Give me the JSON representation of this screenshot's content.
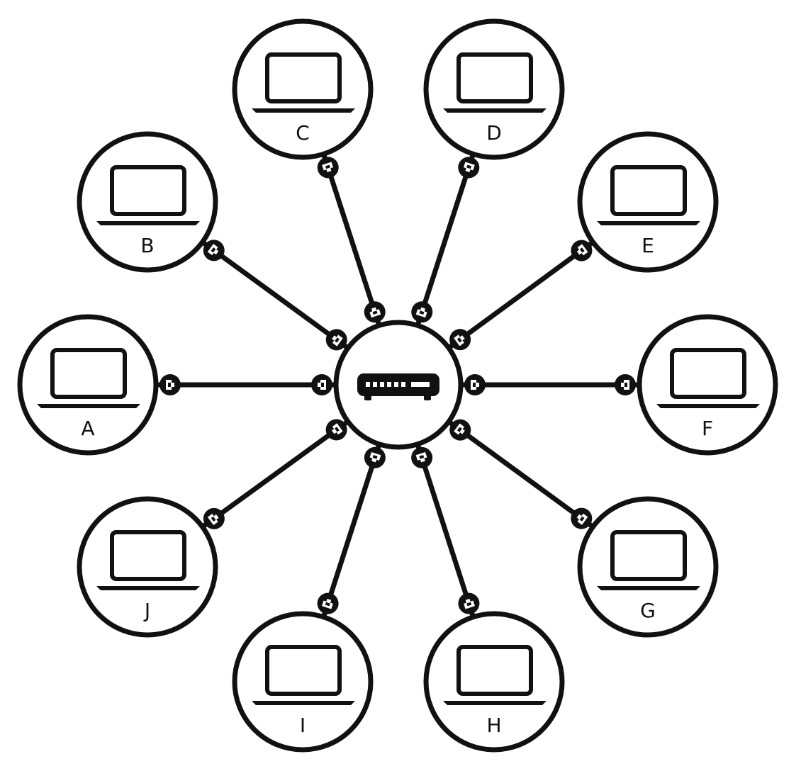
{
  "diagram": {
    "type": "star-network",
    "hub": {
      "icon": "network-switch-icon"
    },
    "nodes": [
      {
        "label": "A",
        "icon": "laptop-icon"
      },
      {
        "label": "B",
        "icon": "laptop-icon"
      },
      {
        "label": "C",
        "icon": "laptop-icon"
      },
      {
        "label": "D",
        "icon": "laptop-icon"
      },
      {
        "label": "E",
        "icon": "laptop-icon"
      },
      {
        "label": "F",
        "icon": "laptop-icon"
      },
      {
        "label": "G",
        "icon": "laptop-icon"
      },
      {
        "label": "H",
        "icon": "laptop-icon"
      },
      {
        "label": "I",
        "icon": "laptop-icon"
      },
      {
        "label": "J",
        "icon": "laptop-icon"
      }
    ],
    "connector_icon": "ethernet-connector-icon",
    "colors": {
      "stroke": "#111111",
      "fill": "#ffffff"
    }
  }
}
